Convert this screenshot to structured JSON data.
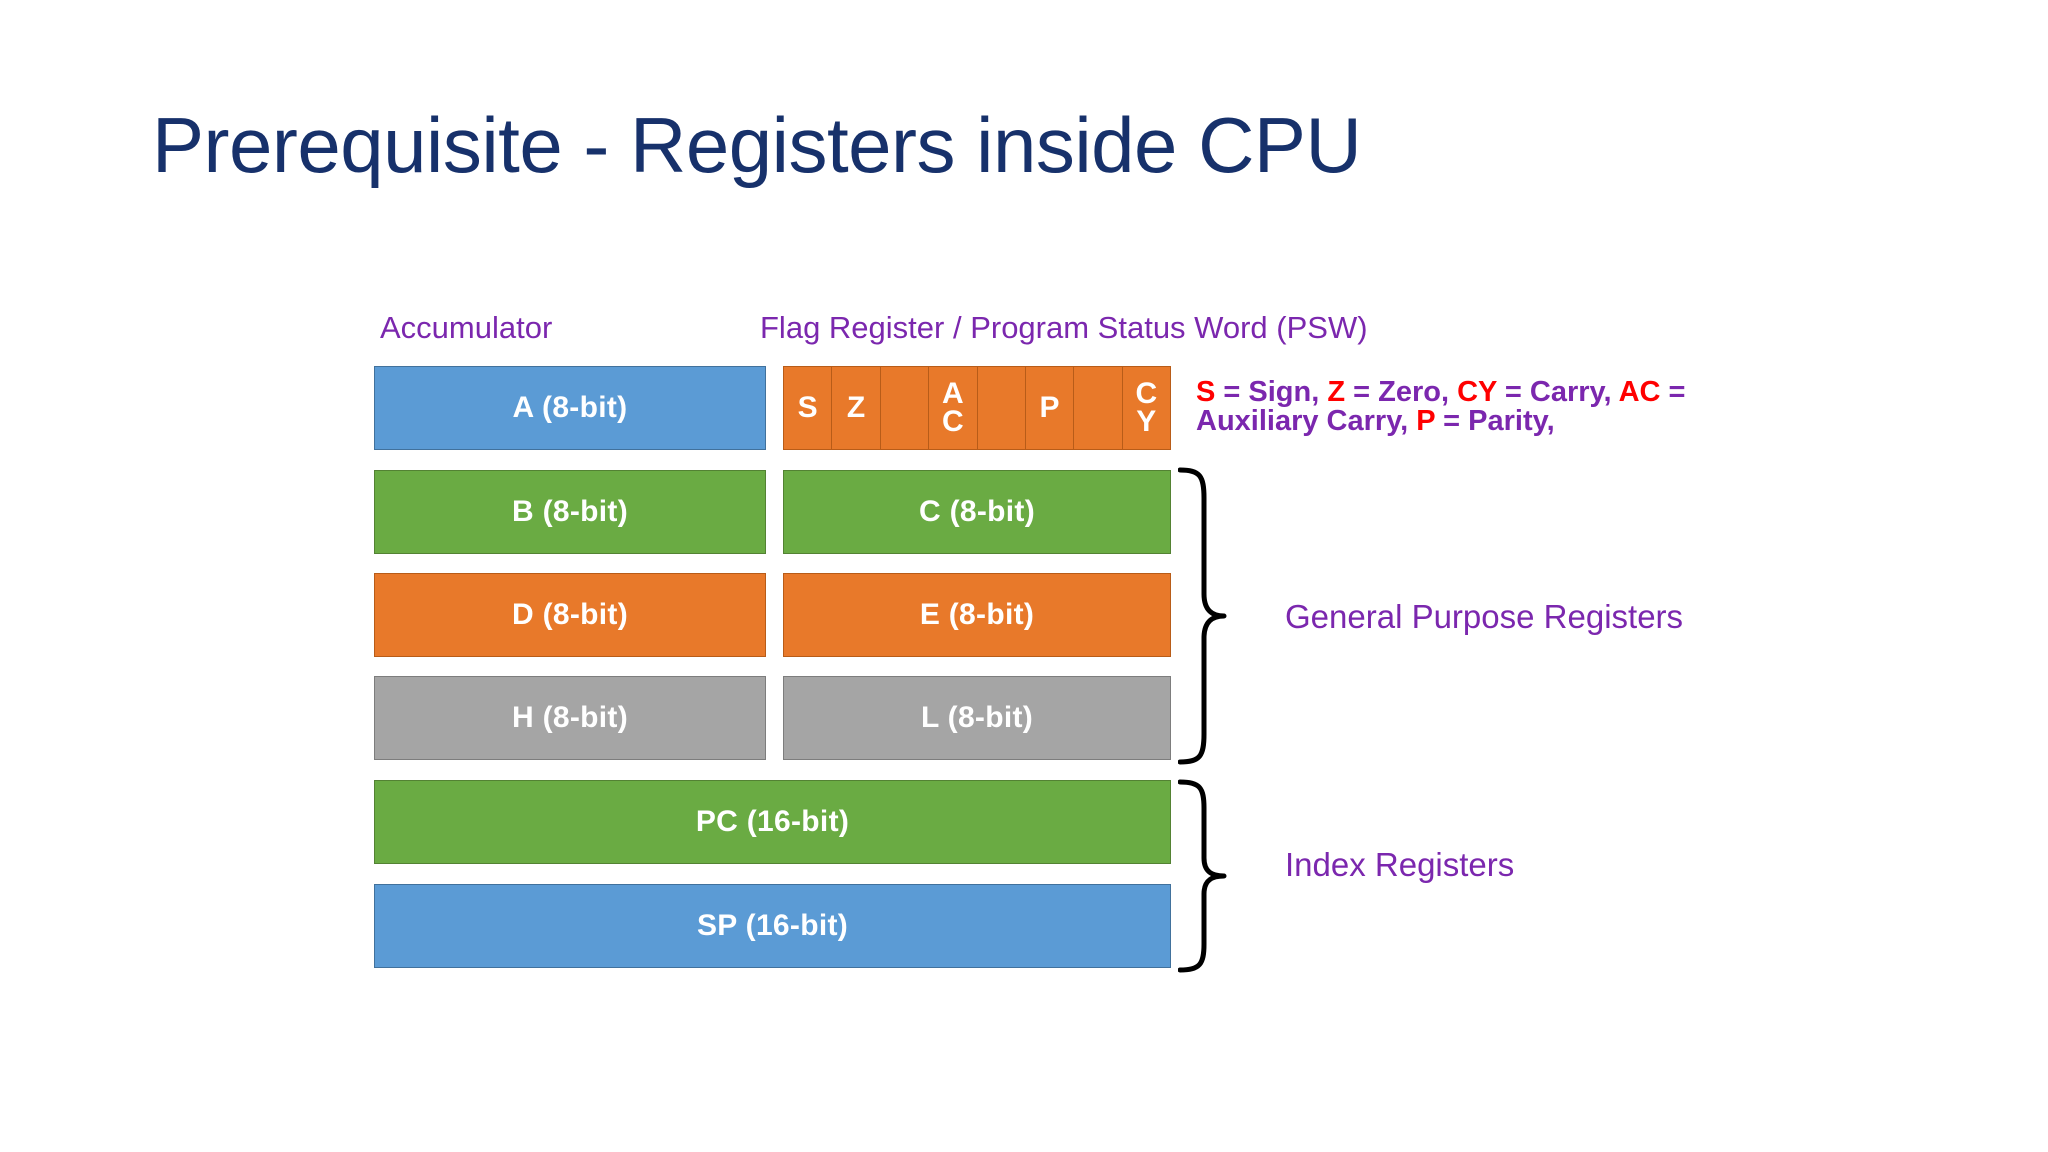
{
  "slide": {
    "title": "Prerequisite - Registers inside CPU",
    "background": "#ffffff"
  },
  "colors": {
    "title": "#17316b",
    "label_purple": "#7b27ae",
    "key_red": "#ff0000",
    "blue": "#5b9bd5",
    "green": "#6aab43",
    "orange": "#e8792a",
    "gray": "#a5a5a5"
  },
  "headers": {
    "accumulator": "Accumulator",
    "psw": "Flag Register / Program Status Word (PSW)"
  },
  "registers": {
    "rows": [
      {
        "left": {
          "label": "A (8-bit)",
          "color": "blue"
        },
        "right_type": "flags"
      },
      {
        "left": {
          "label": "B (8-bit)",
          "color": "green"
        },
        "right": {
          "label": "C (8-bit)",
          "color": "green"
        }
      },
      {
        "left": {
          "label": "D (8-bit)",
          "color": "orange"
        },
        "right": {
          "label": "E (8-bit)",
          "color": "orange"
        }
      },
      {
        "left": {
          "label": "H (8-bit)",
          "color": "gray"
        },
        "right": {
          "label": "L (8-bit)",
          "color": "gray"
        }
      }
    ],
    "wide": [
      {
        "label": "PC (16-bit)",
        "color": "green"
      },
      {
        "label": "SP (16-bit)",
        "color": "blue"
      }
    ]
  },
  "flag_register": {
    "cells": [
      {
        "name": "sign-flag",
        "lines": [
          "S"
        ]
      },
      {
        "name": "zero-flag",
        "lines": [
          "Z"
        ]
      },
      {
        "name": "unused-flag-1",
        "lines": []
      },
      {
        "name": "auxiliary-carry-flag",
        "lines": [
          "A",
          "C"
        ]
      },
      {
        "name": "unused-flag-2",
        "lines": []
      },
      {
        "name": "parity-flag",
        "lines": [
          "P"
        ]
      },
      {
        "name": "unused-flag-3",
        "lines": []
      },
      {
        "name": "carry-flag",
        "lines": [
          "C",
          "Y"
        ]
      }
    ],
    "legend": [
      {
        "key": "S",
        "text": " = Sign, "
      },
      {
        "key": "Z",
        "text": " = Zero, "
      },
      {
        "key": "CY",
        "text": " = Carry, "
      },
      {
        "key": "AC",
        "text": " = Auxiliary Carry, "
      },
      {
        "key": "P",
        "text": " = Parity,"
      }
    ],
    "legend_plain": "S = Sign, Z = Zero, CY = Carry, AC = Auxiliary Carry, P = Parity,"
  },
  "braces": {
    "general_purpose": "General Purpose Registers",
    "index": "Index Registers"
  }
}
